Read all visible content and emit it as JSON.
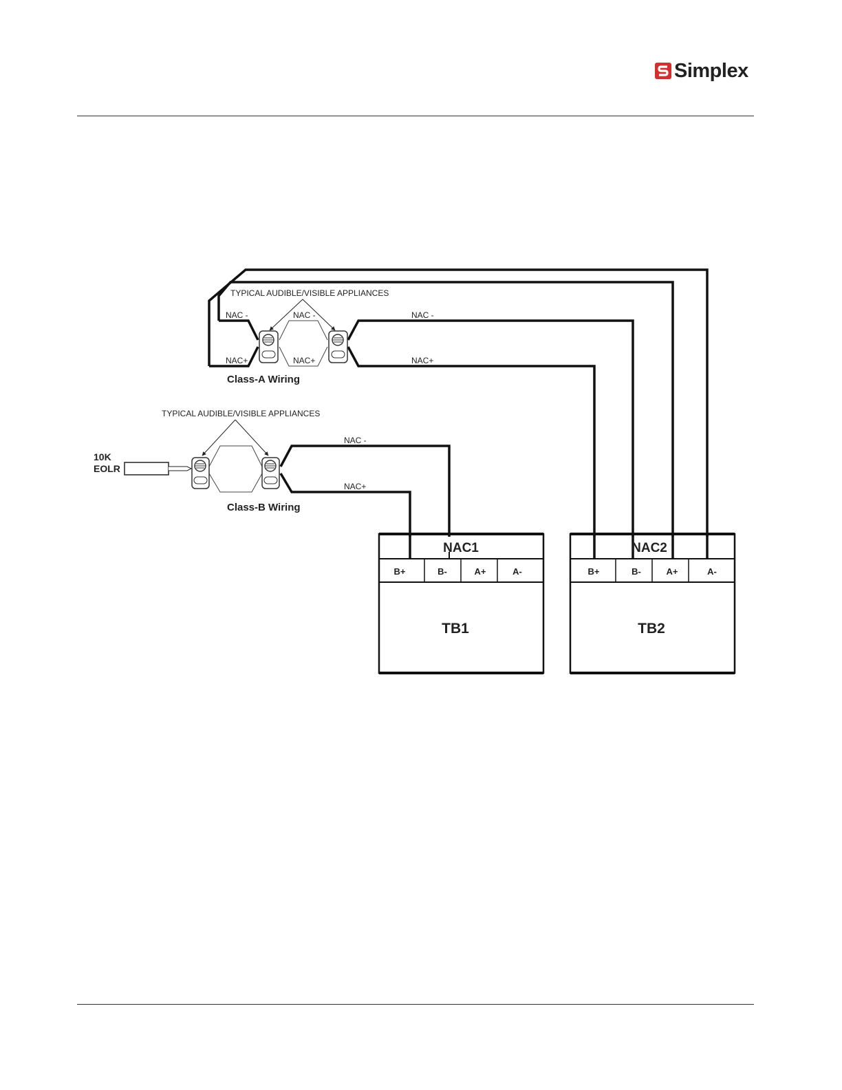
{
  "logo": {
    "text": "Simplex",
    "accent_color": "#d32f2f"
  },
  "class_a": {
    "typical_label": "TYPICAL AUDIBLE/VISIBLE APPLIANCES",
    "left_nac_minus": "NAC -",
    "left_nac_plus": "NAC+",
    "mid_nac_minus": "NAC -",
    "mid_nac_plus": "NAC+",
    "right_nac_minus": "NAC -",
    "right_nac_plus": "NAC+",
    "title": "Class-A Wiring"
  },
  "class_b": {
    "typical_label": "TYPICAL AUDIBLE/VISIBLE APPLIANCES",
    "nac_minus": "NAC -",
    "nac_plus": "NAC+",
    "title": "Class-B Wiring",
    "eolr_line1": "10K",
    "eolr_line2": "EOLR"
  },
  "tb1": {
    "header": "NAC1",
    "terminals": [
      "B+",
      "B-",
      "A+",
      "A-"
    ],
    "name": "TB1"
  },
  "tb2": {
    "header": "NAC2",
    "terminals": [
      "B+",
      "B-",
      "A+",
      "A-"
    ],
    "name": "TB2"
  }
}
